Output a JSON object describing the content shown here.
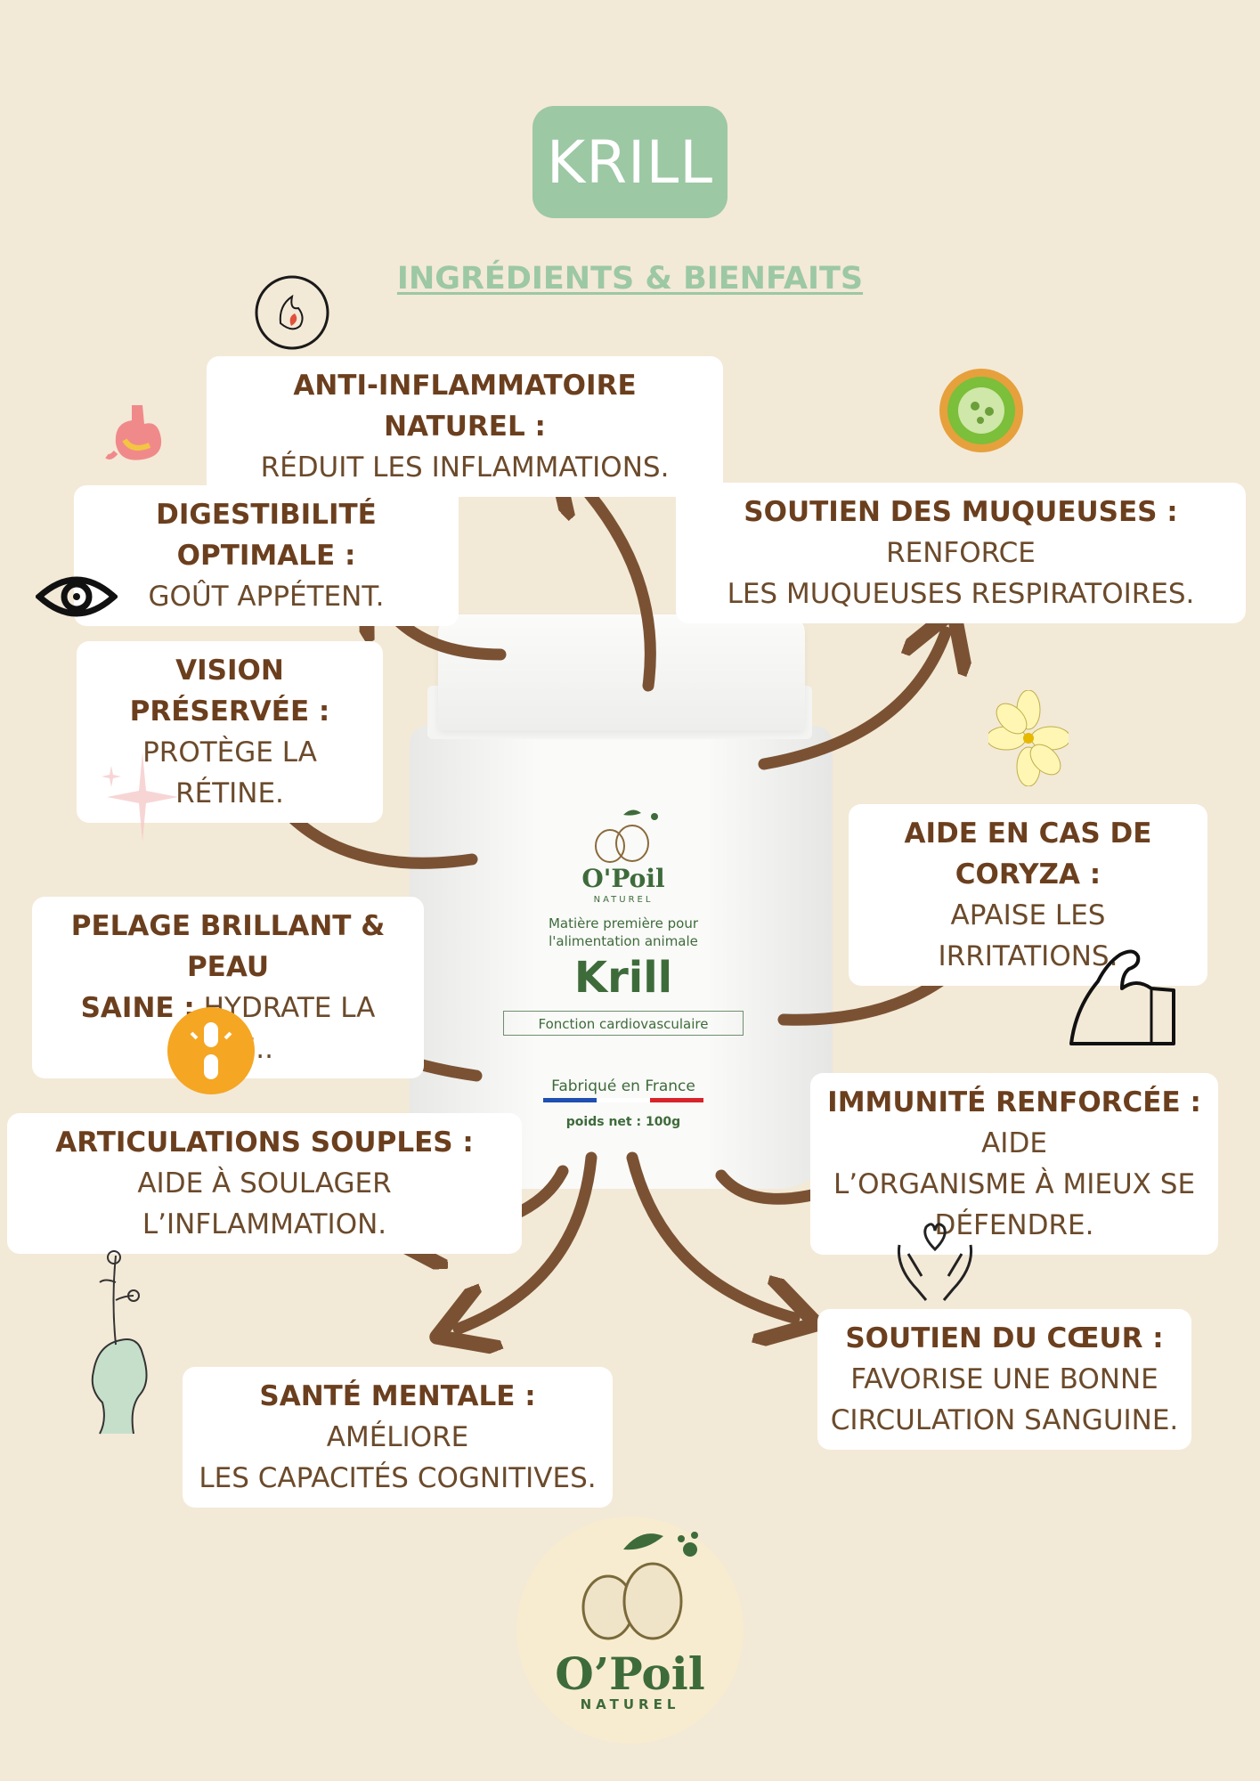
{
  "title": "KRILL",
  "subtitle": "INGRÉDIENTS & BIENFAITS",
  "benefits": {
    "anti_inflammatoire": {
      "bold": "ANTI-INFLAMMATOIRE NATUREL :",
      "text": "RÉDUIT LES INFLAMMATIONS."
    },
    "digestibilite": {
      "bold": "DIGESTIBILITÉ OPTIMALE :",
      "text": "GOÛT APPÉTENT."
    },
    "vision": {
      "bold": "VISION PRÉSERVÉE :",
      "text": "PROTÈGE LA RÉTINE."
    },
    "pelage_bold1": "PELAGE BRILLANT & PEAU",
    "pelage_bold2": "SAINE :",
    "pelage_text": "HYDRATE LA PEAU..",
    "articulations": {
      "bold": "ARTICULATIONS SOUPLES :",
      "text": "AIDE À SOULAGER L’INFLAMMATION."
    },
    "sante_mentale": {
      "bold": "SANTÉ MENTALE :",
      "text1": "AMÉLIORE",
      "text2": "LES CAPACITÉS COGNITIVES."
    },
    "muqueuses": {
      "bold": "SOUTIEN DES MUQUEUSES :",
      "text1": "RENFORCE",
      "text2": "LES MUQUEUSES RESPIRATOIRES."
    },
    "coryza": {
      "bold": "AIDE EN CAS DE CORYZA :",
      "text": "APAISE LES IRRITATIONS."
    },
    "immunite": {
      "bold": "IMMUNITÉ RENFORCÉE :",
      "text1": "AIDE",
      "text2": "L’ORGANISME À MIEUX SE",
      "text3": "DÉFENDRE."
    },
    "coeur": {
      "bold": "SOUTIEN DU CŒUR :",
      "text1": "FAVORISE UNE BONNE",
      "text2": "CIRCULATION SANGUINE."
    }
  },
  "jar": {
    "brand": "O'Poil",
    "brand_sub": "NATUREL",
    "line1": "Matière première pour",
    "line2": "l'alimentation animale",
    "product": "Krill",
    "function": "Fonction cardiovasculaire",
    "made_in": "Fabriqué en France",
    "weight": "poids net : 100g"
  },
  "bottom_logo": {
    "brand": "O’Poil",
    "sub": "NATUREL"
  },
  "colors": {
    "background": "#f3e9d7",
    "accent_green": "#9cc8a4",
    "brown": "#7a5233",
    "text": "#6b4a2b"
  }
}
